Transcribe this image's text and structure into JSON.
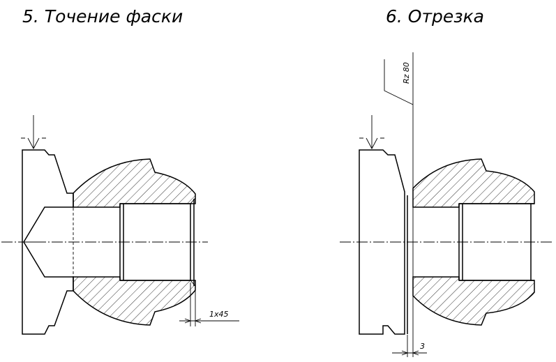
{
  "ops": [
    {
      "title": "5. Точение фаски",
      "dimension": "1x45"
    },
    {
      "title": "6. Отрезка",
      "dimension": "3",
      "roughness": "Rz 80"
    }
  ]
}
